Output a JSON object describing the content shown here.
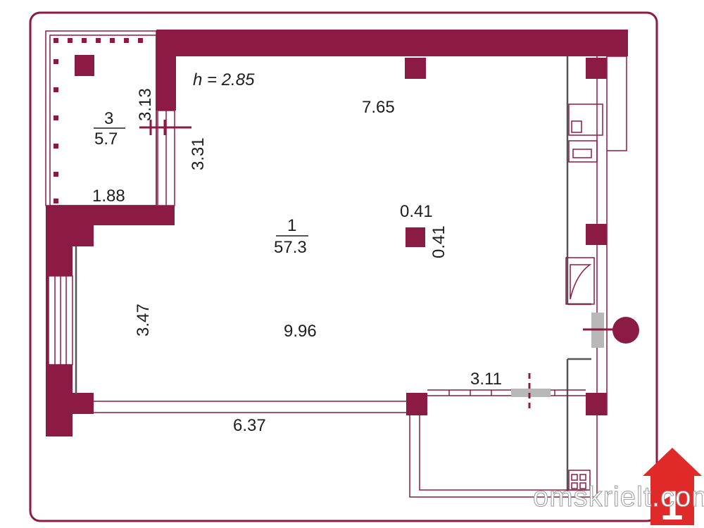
{
  "plan": {
    "ceiling_height": "h = 2.85",
    "dimensions": [
      "7.65",
      "3.31",
      "3.13",
      "1.88",
      "0.41",
      "0.41",
      "3.47",
      "9.96",
      "3.11",
      "6.37"
    ],
    "rooms": [
      {
        "number": "1",
        "area": "57.3"
      },
      {
        "number": "3",
        "area": "5.7"
      }
    ]
  },
  "branding": {
    "website": "omskrielt.com",
    "logo_digit": "1",
    "logo_color": "#e02a2a"
  },
  "colors": {
    "wall": "#8b1a45",
    "gray_marker": "#b8b8b8",
    "outline": "#8b1a45"
  }
}
